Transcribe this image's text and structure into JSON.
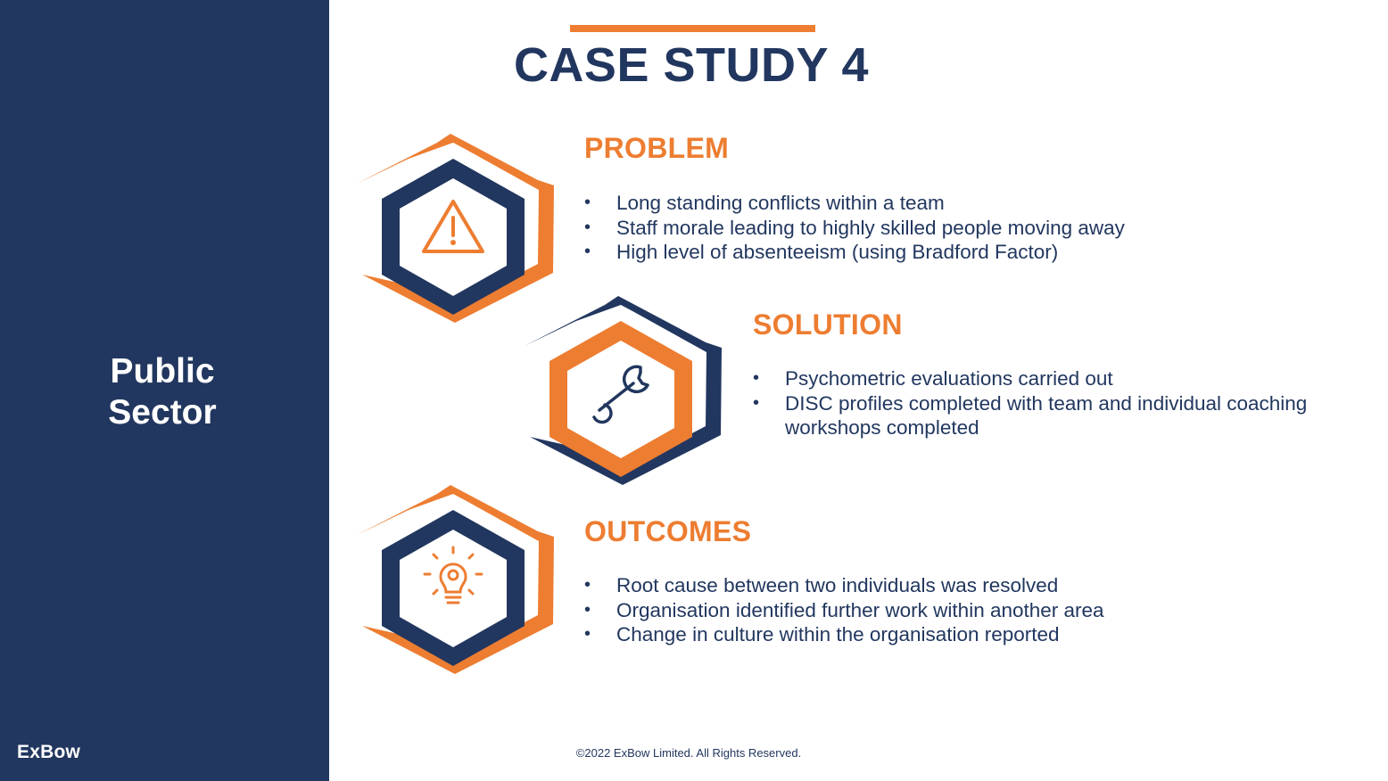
{
  "sidebar": {
    "sector_lines": [
      "Public",
      "Sector"
    ],
    "brand": "ExBow"
  },
  "title": "CASE STUDY 4",
  "sections": [
    {
      "heading": "PROBLEM",
      "icon": "warning-triangle-icon",
      "bullets": [
        "Long standing conflicts within a team",
        "Staff morale leading to highly skilled people moving away",
        "High level of absenteeism (using Bradford Factor)"
      ]
    },
    {
      "heading": "SOLUTION",
      "icon": "wrench-icon",
      "bullets": [
        "Psychometric evaluations carried out",
        "DISC profiles completed with team and individual coaching workshops completed"
      ]
    },
    {
      "heading": "OUTCOMES",
      "icon": "lightbulb-gear-icon",
      "bullets": [
        "Root cause between two individuals was resolved",
        "Organisation identified further work within another area",
        "Change in culture within the organisation reported"
      ]
    }
  ],
  "footer": "©2022 ExBow Limited. All Rights Reserved.",
  "colors": {
    "navy": "#22375f",
    "orange": "#ed7d31",
    "white": "#ffffff"
  }
}
